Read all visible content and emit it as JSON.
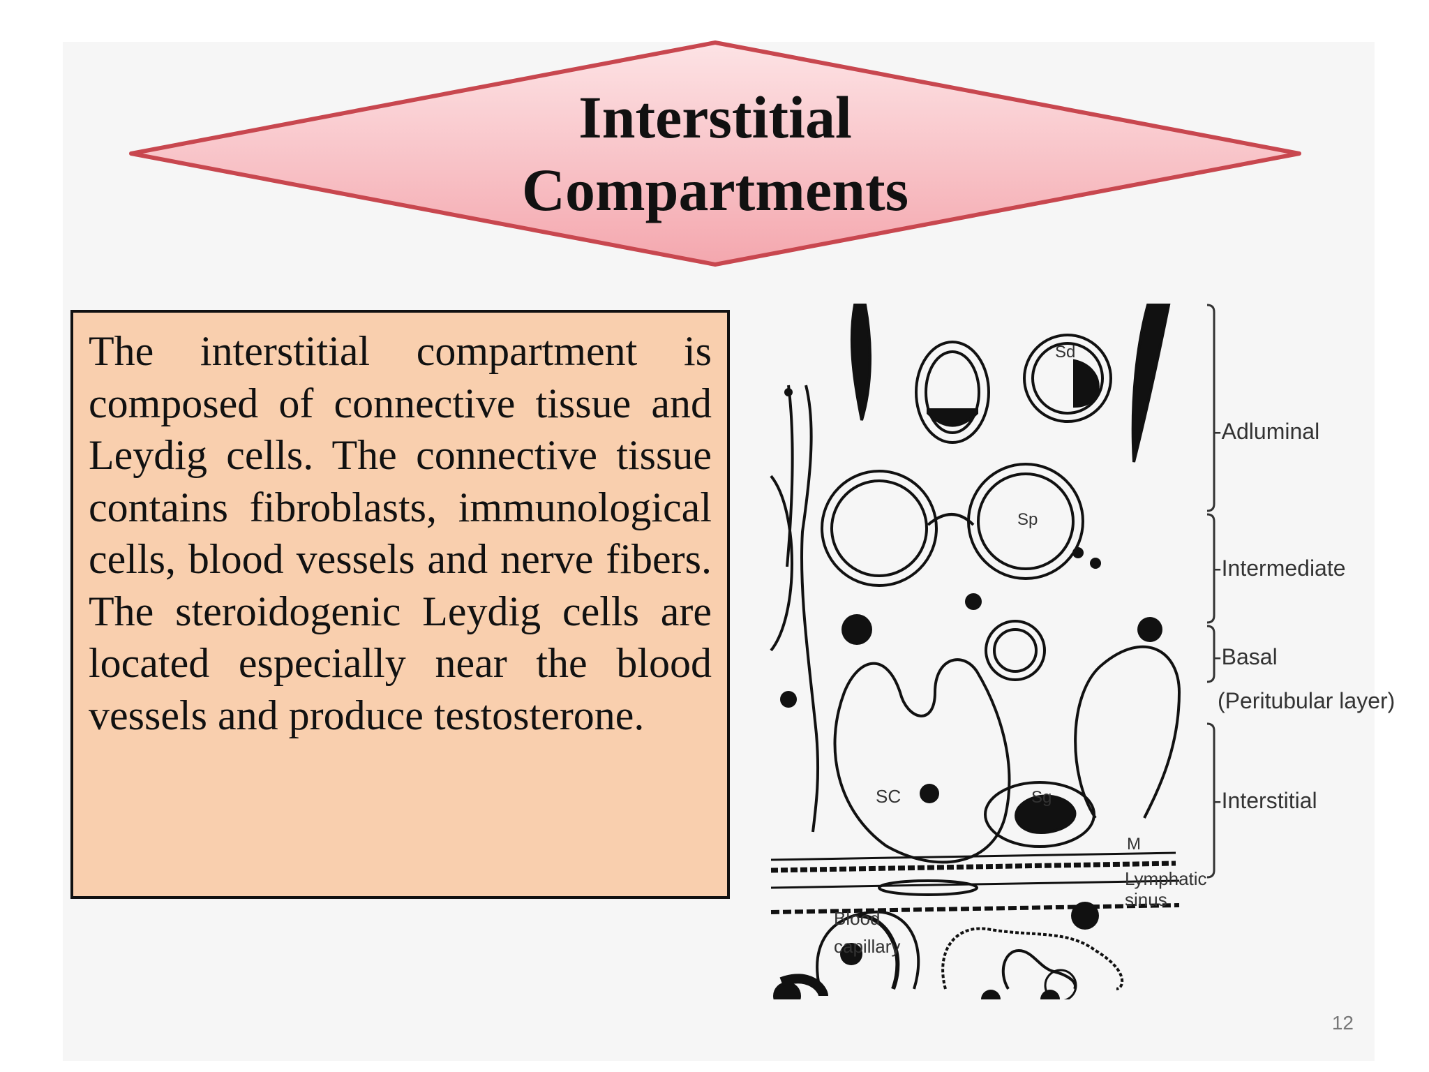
{
  "slide": {
    "title_line1": "Interstitial",
    "title_line2": "Compartments",
    "body": "The interstitial compartment is composed of connective tissue and Leydig cells. The connective tissue contains fibroblasts, immunological cells, blood vessels and nerve fibers. The steroidogenic Leydig cells are located especially near the blood vessels and produce testosterone.",
    "page_number": "12",
    "colors": {
      "banner_fill": "#f7b8be",
      "banner_border": "#c8474f",
      "box_fill": "#f9cfae"
    }
  },
  "figure": {
    "cell_labels": {
      "sd": "Sd",
      "sp": "Sp",
      "sc": "SC",
      "sg": "Sg",
      "m": "M"
    },
    "inside_labels": {
      "lymphatic": "Lymphatic",
      "sinus": "sinus",
      "blood": "Blood",
      "capillary": "capillary"
    },
    "compartments": {
      "adluminal": "-Adluminal",
      "intermediate": "-Intermediate",
      "basal": "-Basal",
      "peritubular": "(Peritubular layer)",
      "interstitial": "-Interstitial"
    }
  }
}
